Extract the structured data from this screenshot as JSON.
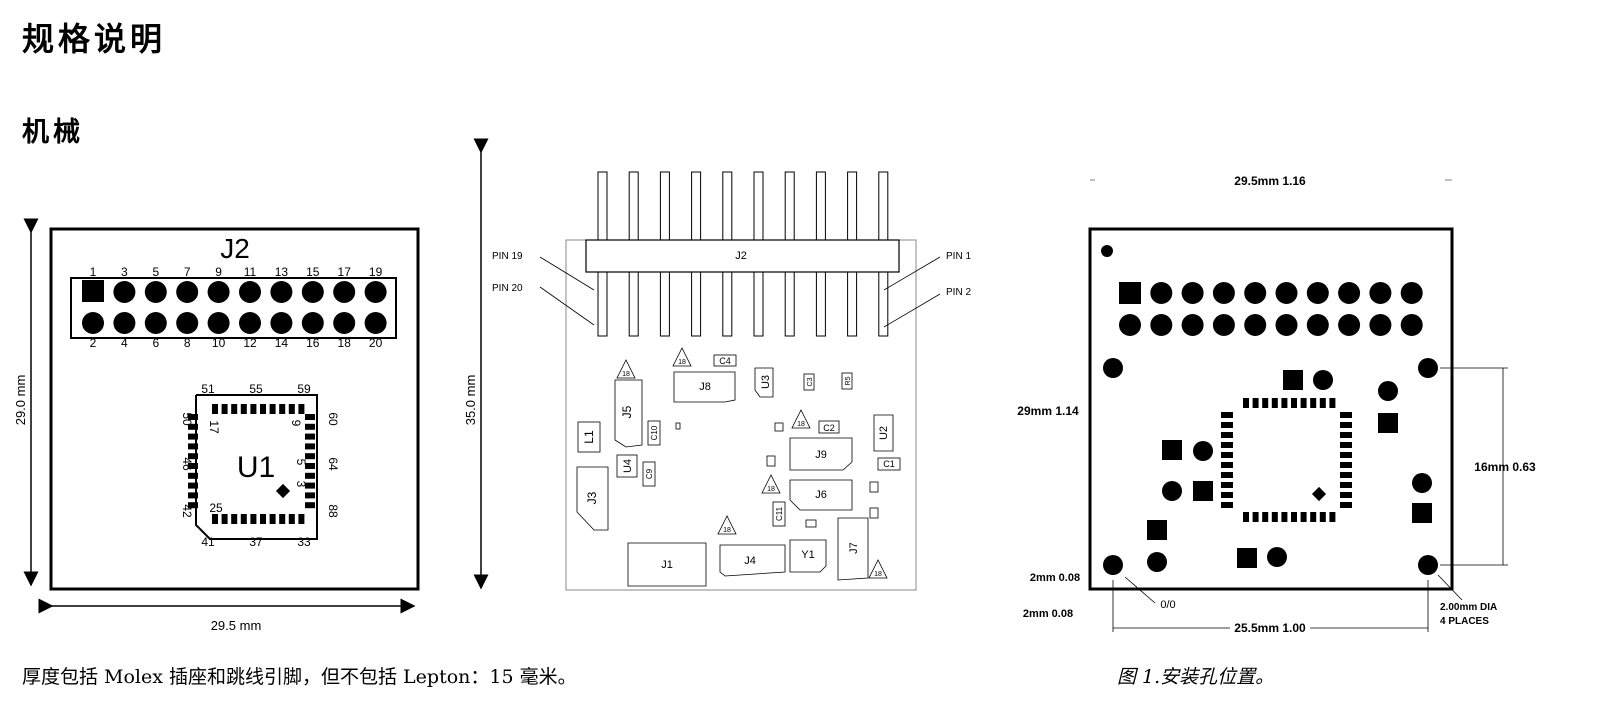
{
  "header": {
    "title": "规格说明",
    "section": "机械"
  },
  "left_diagram": {
    "connector": "J2",
    "pins_top": [
      "1",
      "3",
      "5",
      "7",
      "9",
      "11",
      "13",
      "15",
      "17",
      "19"
    ],
    "pins_bottom": [
      "2",
      "4",
      "6",
      "8",
      "10",
      "12",
      "14",
      "16",
      "18",
      "20"
    ],
    "chip": "U1",
    "chip_pins_top": [
      "51",
      "55",
      "59"
    ],
    "chip_pins_bottom": [
      "41",
      "37",
      "33"
    ],
    "chip_pins_left": [
      "50",
      "46",
      "42"
    ],
    "chip_pins_right": [
      "60",
      "64",
      "88"
    ],
    "chip_inner": [
      "17",
      "9",
      "5",
      "3",
      "25"
    ],
    "height_dim": "29.0 mm",
    "width_dim": "29.5 mm"
  },
  "center_diagram": {
    "height_dim": "35.0 mm",
    "connector": "J2",
    "pin_labels": {
      "pin19": "PIN 19",
      "pin20": "PIN 20",
      "pin1": "PIN 1",
      "pin2": "PIN 2"
    },
    "components": [
      "J8",
      "J5",
      "L1",
      "J3",
      "U4",
      "C10",
      "C9",
      "C4",
      "U3",
      "C3",
      "R5",
      "C2",
      "U2",
      "C1",
      "J9",
      "J6",
      "C11",
      "J7",
      "J1",
      "J4",
      "Y1"
    ],
    "tri_marks": [
      "18",
      "18",
      "18",
      "18",
      "18",
      "18"
    ]
  },
  "right_diagram": {
    "top_dim": "29.5mm 1.16",
    "left_dim": "29mm 1.14",
    "right_dim": "16mm 0.63",
    "small_dim1": "2mm 0.08",
    "small_dim2": "2mm 0.08",
    "origin": "0/0",
    "bottom_dim": "25.5mm 1.00",
    "hole_note1": "2.00mm DIA",
    "hole_note2": "4 PLACES"
  },
  "captions": {
    "left": "厚度包括 Molex 插座和跳线引脚，但不包括 Lepton：15 毫米。",
    "right": "图 1.安装孔位置。"
  }
}
